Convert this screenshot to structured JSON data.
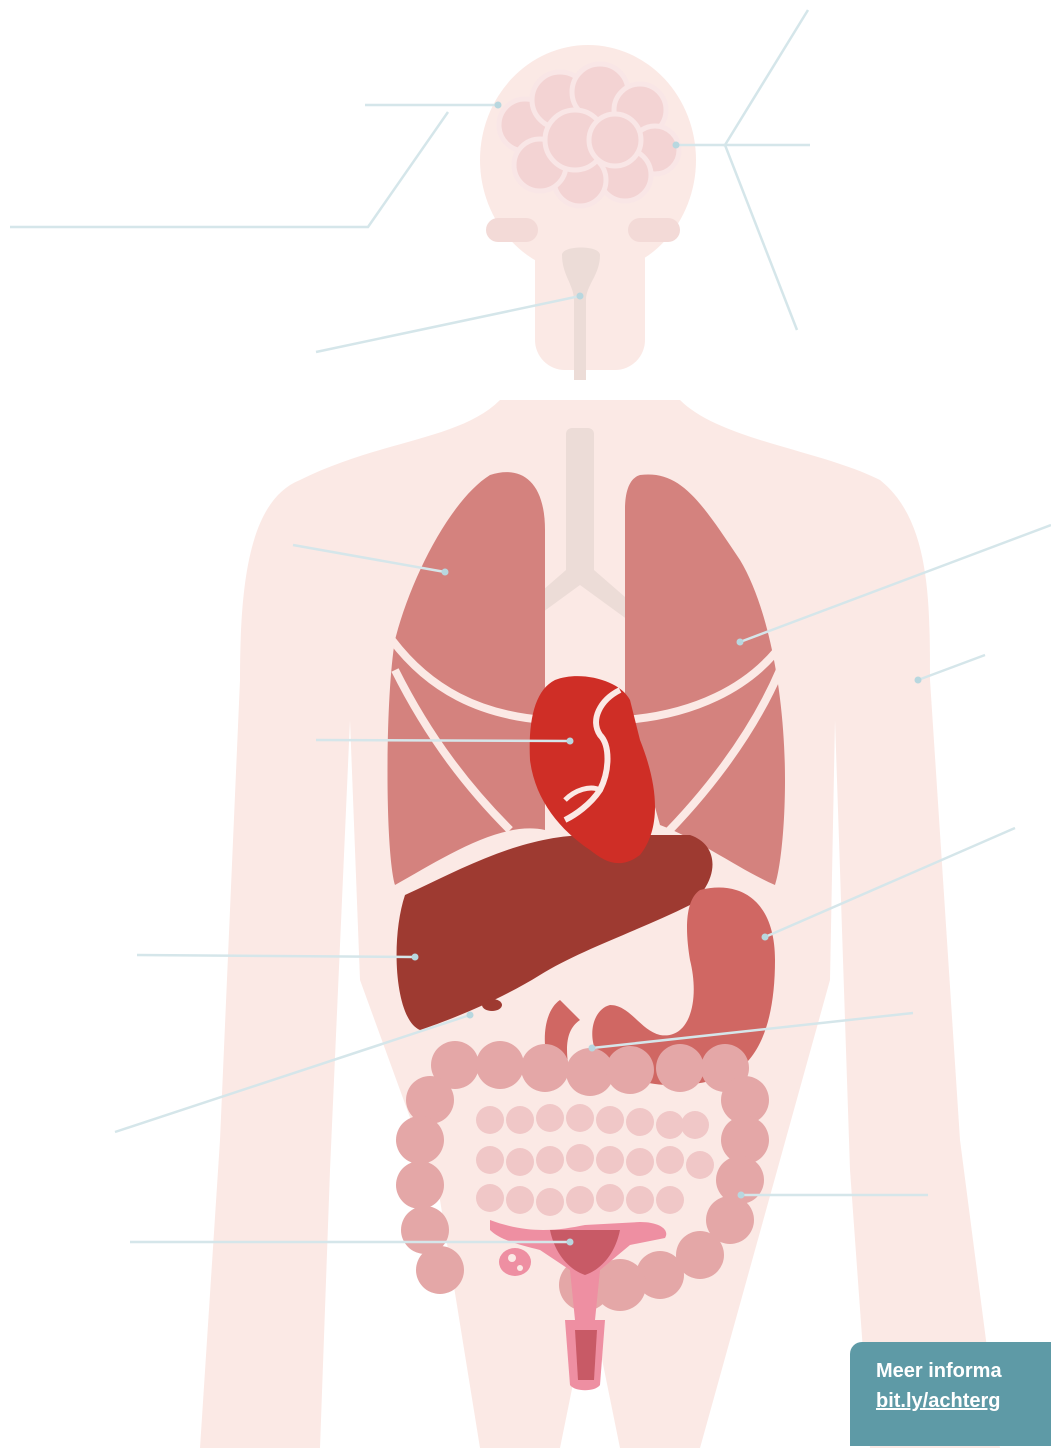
{
  "info_box": {
    "line1": "Meer informa",
    "link": "bit.ly/achterg"
  },
  "colors": {
    "body": "#fbe9e5",
    "brain": "#f3d3d3",
    "lungs": "#d4827e",
    "heart": "#cf2e26",
    "liver": "#9e3a31",
    "stomach": "#d06763",
    "intestines": "#e4a7a7",
    "small_intestine": "#f0c7c7",
    "uterus": "#ee8fa2",
    "trachea": "#ecdcd7",
    "leader_line": "#d5e6ea",
    "info_box": "#5e9aa6"
  },
  "label_pointers": [
    "brain",
    "brain-right",
    "throat",
    "lung-left",
    "lung-right",
    "arm",
    "heart",
    "liver",
    "stomach",
    "gallbladder",
    "small-intestine",
    "large-intestine",
    "uterus"
  ]
}
